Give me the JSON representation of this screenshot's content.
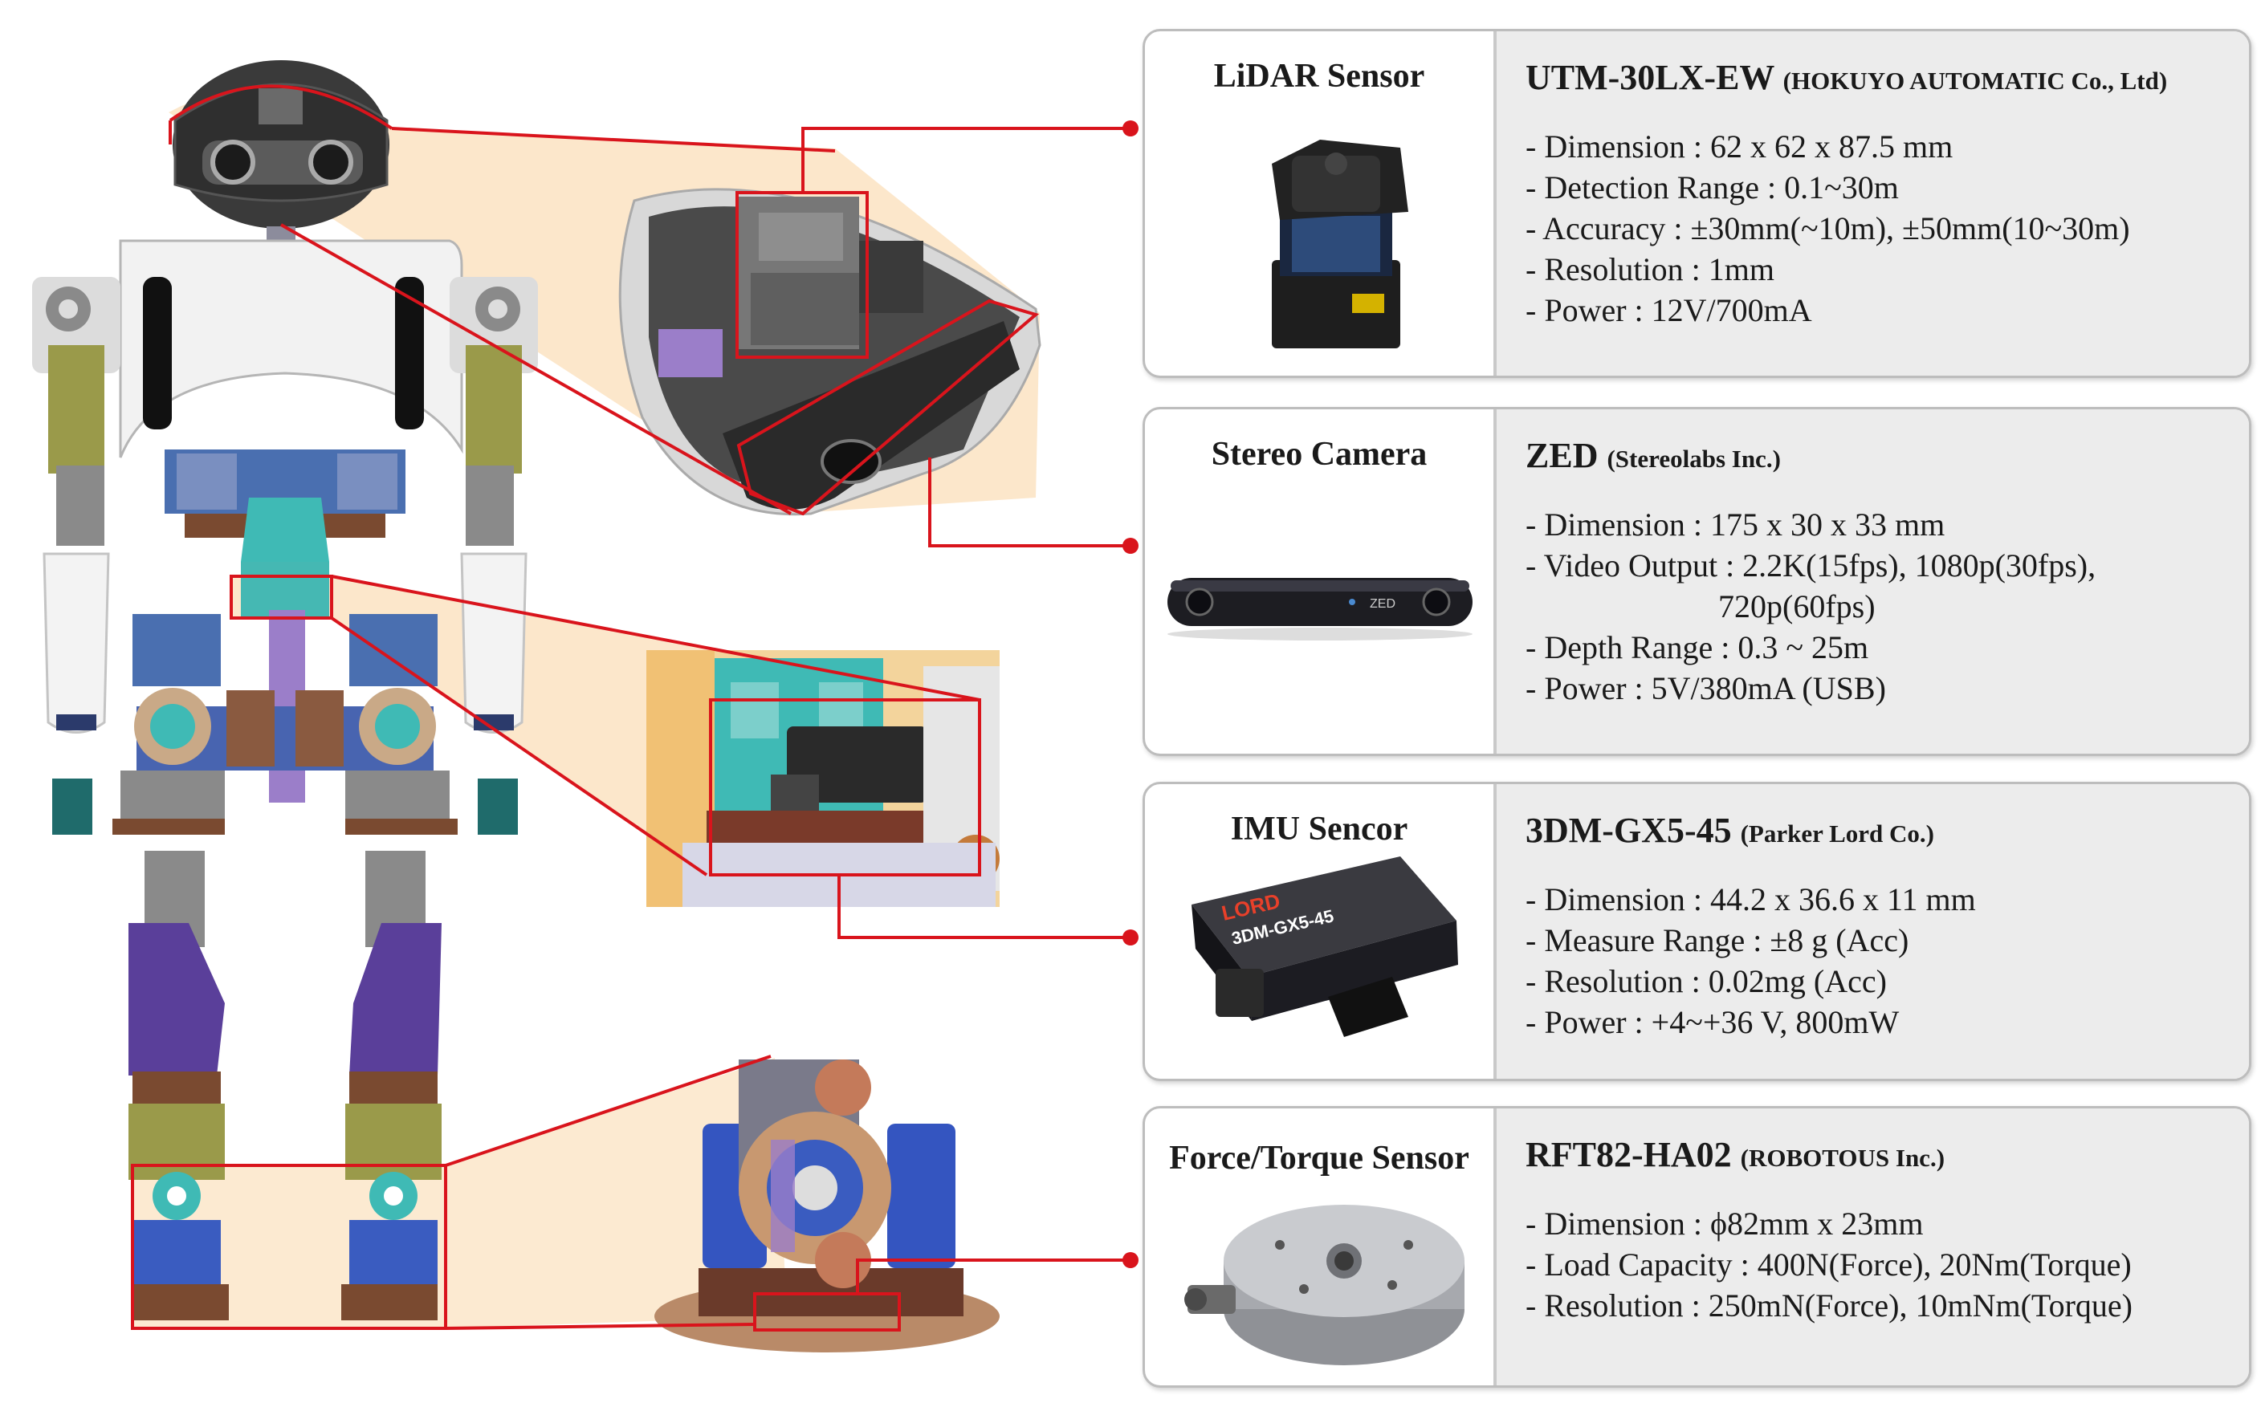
{
  "sensors": [
    {
      "label": "LiDAR Sensor",
      "model": "UTM-30LX-EW",
      "maker": "(HOKUYO AUTOMATIC Co., Ltd)",
      "specs": [
        "- Dimension : 62 x 62 x 87.5 mm",
        "- Detection Range : 0.1~30m",
        "- Accuracy : ±30mm(~10m), ±50mm(10~30m)",
        "- Resolution : 1mm",
        "- Power : 12V/700mA"
      ],
      "icon": "lidar-device-icon"
    },
    {
      "label": "Stereo Camera",
      "model": "ZED",
      "maker": "(Stereolabs Inc.)",
      "specs": [
        "- Dimension : 175 x 30 x 33 mm",
        "- Video Output : 2.2K(15fps), 1080p(30fps),",
        "                        720p(60fps)",
        "- Depth Range : 0.3 ~ 25m",
        "- Power : 5V/380mA (USB)"
      ],
      "icon": "stereo-camera-icon",
      "device_text": "ZED"
    },
    {
      "label": "IMU Sencor",
      "model": "3DM-GX5-45",
      "maker": "(Parker Lord Co.)",
      "specs": [
        "- Dimension : 44.2 x 36.6 x 11 mm",
        "- Measure Range : ±8 g (Acc)",
        "- Resolution : 0.02mg (Acc)",
        "- Power : +4~+36 V, 800mW"
      ],
      "icon": "imu-device-icon",
      "device_brand": "LORD",
      "device_text": "3DM-GX5-45"
    },
    {
      "label": "Force/Torque Sensor",
      "model": "RFT82-HA02",
      "maker": "(ROBOTOUS Inc.)",
      "specs": [
        "- Dimension : ϕ82mm x 23mm",
        "- Load Capacity : 400N(Force), 20Nm(Torque)",
        "- Resolution : 250mN(Force), 10mNm(Torque)"
      ],
      "icon": "force-torque-sensor-icon"
    }
  ],
  "colors": {
    "callout_red": "#d9141c",
    "zoom_fill": "#fbe3c2",
    "panel_right_bg": "#ececec",
    "panel_border": "#bdbdbd"
  }
}
